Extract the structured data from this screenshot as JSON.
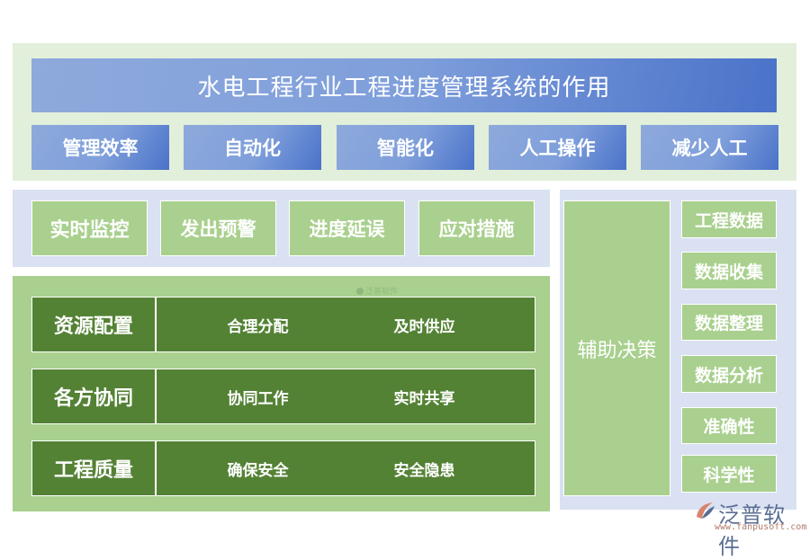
{
  "title": "水电工程行业工程进度管理系统的作用",
  "top_items": [
    "管理效率",
    "自动化",
    "智能化",
    "人工操作",
    "减少人工"
  ],
  "monitor_items": [
    "实时监控",
    "发出预警",
    "进度延误",
    "应对措施"
  ],
  "rows": [
    {
      "head": "资源配置",
      "cells": [
        "合理分配",
        "及时供应"
      ]
    },
    {
      "head": "各方协同",
      "cells": [
        "协同工作",
        "实时共享"
      ]
    },
    {
      "head": "工程质量",
      "cells": [
        "确保安全",
        "安全隐患"
      ]
    }
  ],
  "decision": {
    "label": "辅助决策",
    "items": [
      "工程数据",
      "数据收集",
      "数据整理",
      "数据分析",
      "准确性",
      "科学性"
    ]
  },
  "watermark": {
    "name": "泛普软件",
    "url": "www.fanpusoft.com"
  },
  "colors": {
    "blue_panel": "#d9e1f2",
    "light_green": "#a9d08e",
    "dark_green": "#548235",
    "title_blue": "#4a72c9",
    "top_band": "#e2efda"
  }
}
